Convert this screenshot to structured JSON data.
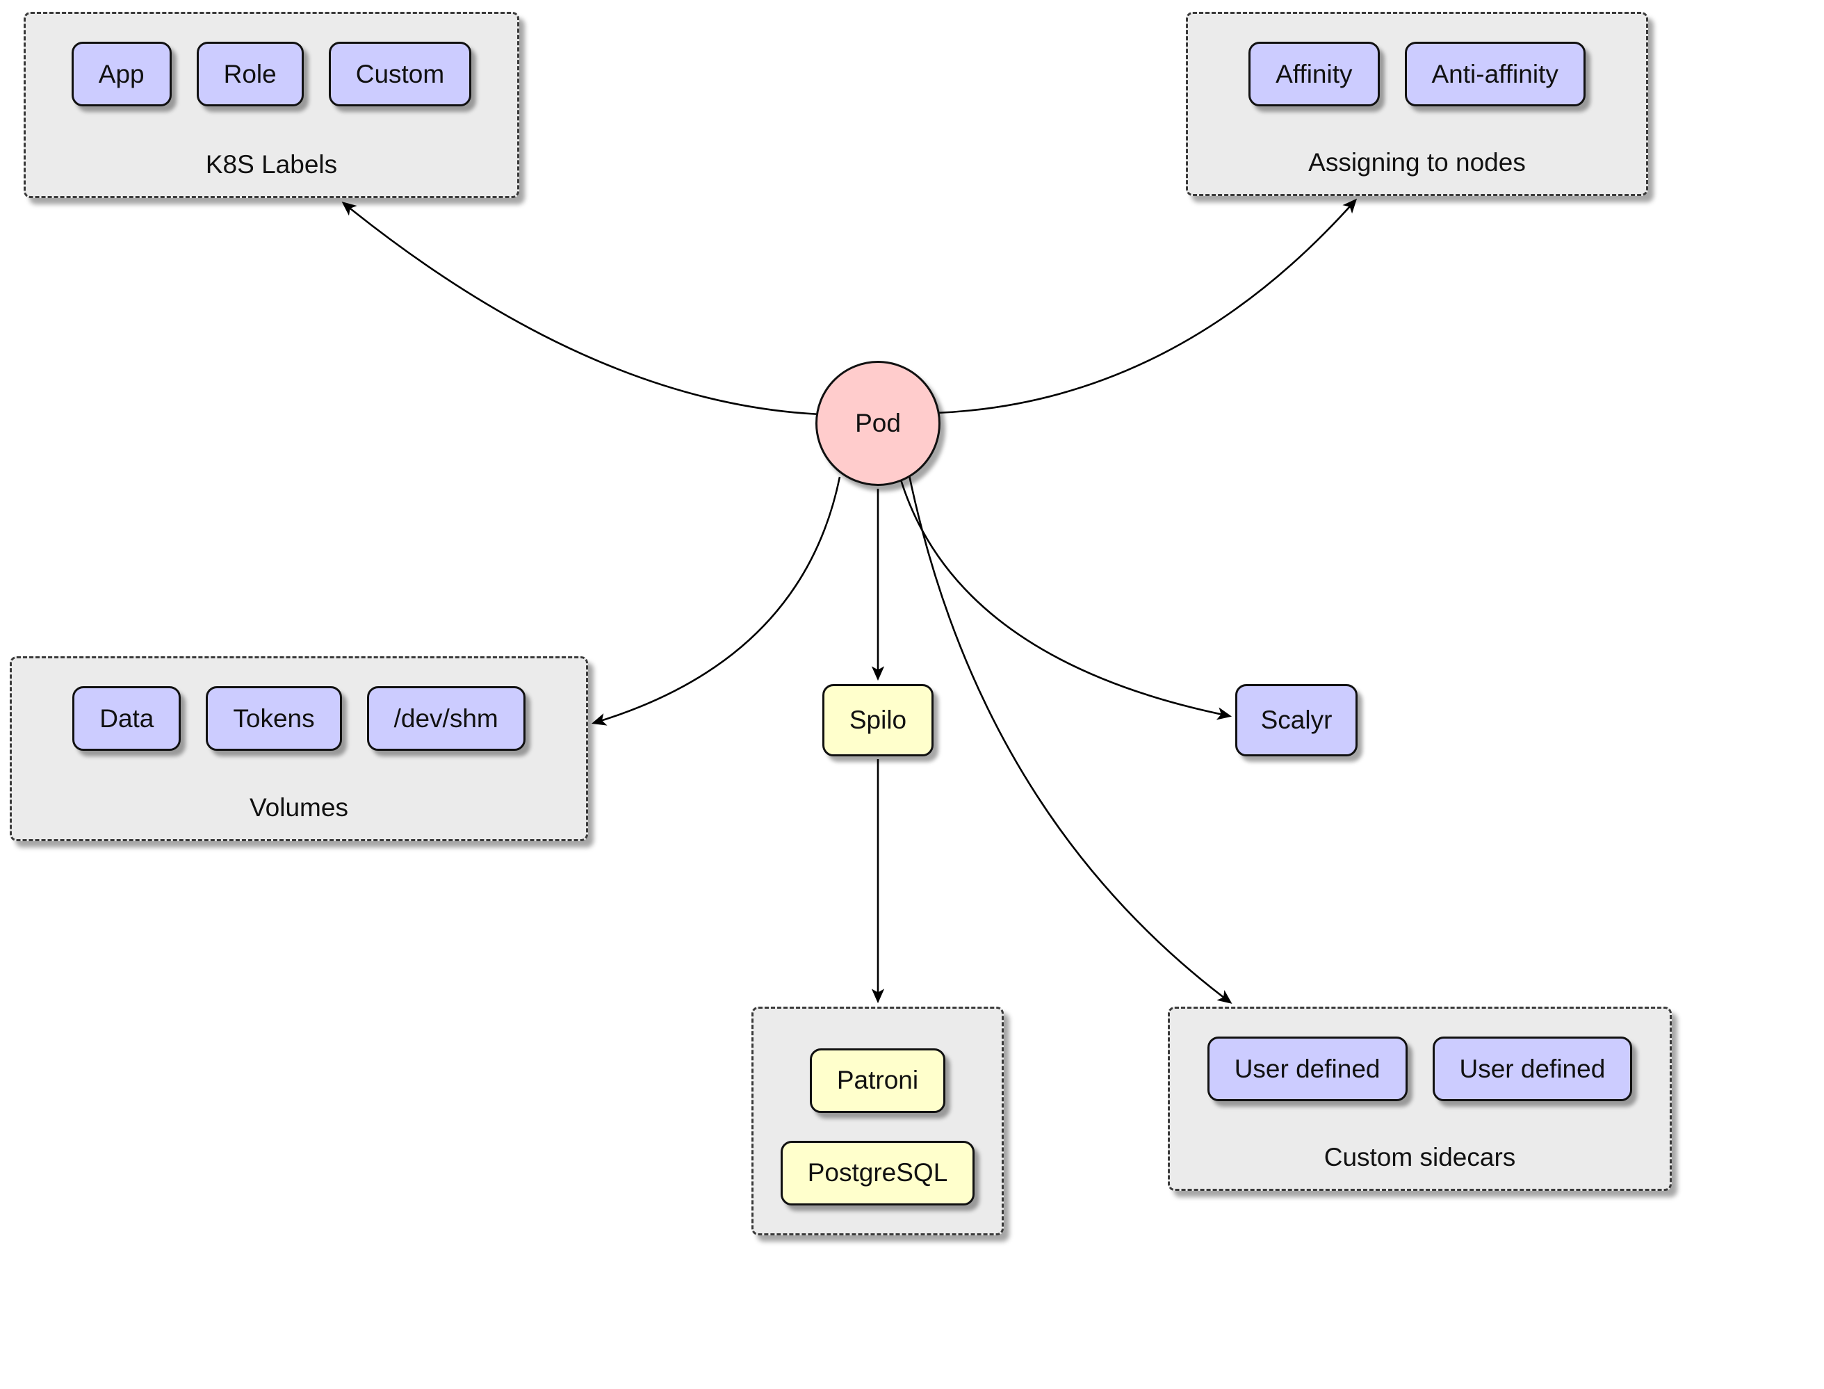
{
  "diagram": {
    "pod": {
      "label": "Pod"
    },
    "spilo": {
      "label": "Spilo"
    },
    "scalyr": {
      "label": "Scalyr"
    },
    "k8s_labels": {
      "caption": "K8S Labels",
      "chips": [
        "App",
        "Role",
        "Custom"
      ]
    },
    "assigning_to_nodes": {
      "caption": "Assigning to nodes",
      "chips": [
        "Affinity",
        "Anti-affinity"
      ]
    },
    "volumes": {
      "caption": "Volumes",
      "chips": [
        "Data",
        "Tokens",
        "/dev/shm"
      ]
    },
    "spilo_stack": {
      "chips": [
        "Patroni",
        "PostgreSQL"
      ]
    },
    "custom_sidecars": {
      "caption": "Custom sidecars",
      "chips": [
        "User defined",
        "User defined"
      ]
    },
    "colors": {
      "chip_fill": "#ccccff",
      "process_fill": "#ffffcc",
      "pod_fill": "#ffcccc",
      "group_fill": "#ebebeb",
      "border": "#111111",
      "arrow": "#000000"
    }
  }
}
